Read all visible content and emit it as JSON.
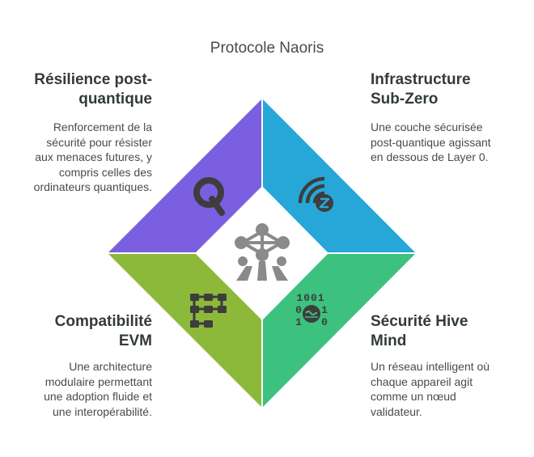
{
  "title": "Protocole Naoris",
  "quadrants": [
    {
      "id": "resilience",
      "heading_line1": "Résilience post-",
      "heading_line2": "quantique",
      "desc_lines": [
        "Renforcement de la",
        "sécurité pour résister",
        "aux menaces futures, y",
        "compris celles des",
        "ordinateurs quantiques."
      ],
      "color": "#7a5fe0",
      "icon": "letter-q-icon"
    },
    {
      "id": "subzero",
      "heading_line1": "Infrastructure",
      "heading_line2": "Sub-Zero",
      "desc_lines": [
        "Une couche sécurisée",
        "post-quantique agissant",
        "en dessous de Layer 0."
      ],
      "color": "#26a7d8",
      "icon": "wifi-z-icon"
    },
    {
      "id": "evm",
      "heading_line1": "Compatibilité",
      "heading_line2": "EVM",
      "desc_lines": [
        "Une architecture",
        "modulaire permettant",
        "une adoption fluide et",
        "une interopérabilité."
      ],
      "color": "#8db93a",
      "icon": "modules-icon"
    },
    {
      "id": "hivemind",
      "heading_line1": "Sécurité Hive",
      "heading_line2": "Mind",
      "desc_lines": [
        "Un réseau intelligent où",
        "chaque appareil agit",
        "comme un nœud",
        "validateur."
      ],
      "color": "#3cc27e",
      "icon": "binary-mask-icon"
    }
  ],
  "center_icon": "atom-structure-icon",
  "icon_color": "#3d3d3d",
  "center_icon_color": "#8a8a8a",
  "binary_text": [
    "1001",
    "0",
    "1",
    "1",
    "0"
  ]
}
